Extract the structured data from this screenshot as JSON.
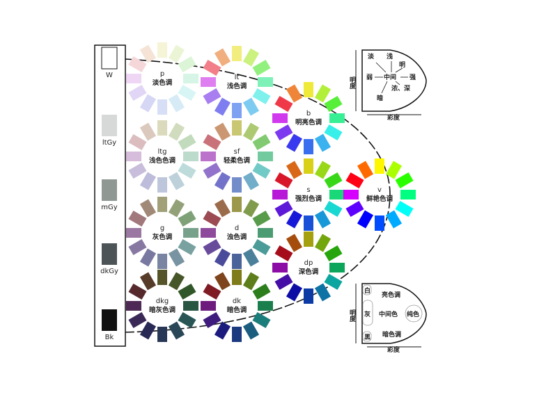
{
  "grays": [
    {
      "label": "W",
      "color": "#ffffff"
    },
    {
      "label": "ltGy",
      "color": "#d6d9d8"
    },
    {
      "label": "mGy",
      "color": "#8f9892"
    },
    {
      "label": "dkGy",
      "color": "#4d5457"
    },
    {
      "label": "Bk",
      "color": "#111111"
    }
  ],
  "hues": [
    58,
    80,
    110,
    150,
    178,
    200,
    222,
    240,
    262,
    290,
    355,
    25
  ],
  "tones": [
    {
      "code": "p",
      "name": "淡色调",
      "sat": 60,
      "light": 90
    },
    {
      "code": "lt",
      "name": "浅色调",
      "sat": 80,
      "light": 72
    },
    {
      "code": "b",
      "name": "明亮色调",
      "sat": 85,
      "light": 58
    },
    {
      "code": "ltg",
      "name": "浅色色调",
      "sat": 30,
      "light": 80
    },
    {
      "code": "sf",
      "name": "轻柔色调",
      "sat": 45,
      "light": 62
    },
    {
      "code": "s",
      "name": "强烈色调",
      "sat": 80,
      "light": 47
    },
    {
      "code": "v",
      "name": "鲜艳色调",
      "sat": 100,
      "light": 50
    },
    {
      "code": "g",
      "name": "灰色调",
      "sat": 18,
      "light": 55
    },
    {
      "code": "d",
      "name": "浊色调",
      "sat": 35,
      "light": 45
    },
    {
      "code": "dp",
      "name": "深色调",
      "sat": 85,
      "light": 35
    },
    {
      "code": "dkg",
      "name": "暗灰色调",
      "sat": 35,
      "light": 25
    },
    {
      "code": "dk",
      "name": "暗色调",
      "sat": 65,
      "light": 30
    }
  ],
  "inset_top": {
    "axis_v": "明度",
    "axis_h": "彩度",
    "pale": "淡",
    "light": "浅",
    "bright": "明",
    "weak": "弱",
    "middle": "中间",
    "strong": "强",
    "deep": "浓、深",
    "dark": "暗"
  },
  "inset_bottom": {
    "axis_v": "明度",
    "axis_h": "彩度",
    "white": "白",
    "gray": "灰",
    "black": "黑",
    "pure": "纯色",
    "light_tones": "亮色调",
    "middle_colors": "中间色",
    "dark_tones": "暗色调"
  }
}
